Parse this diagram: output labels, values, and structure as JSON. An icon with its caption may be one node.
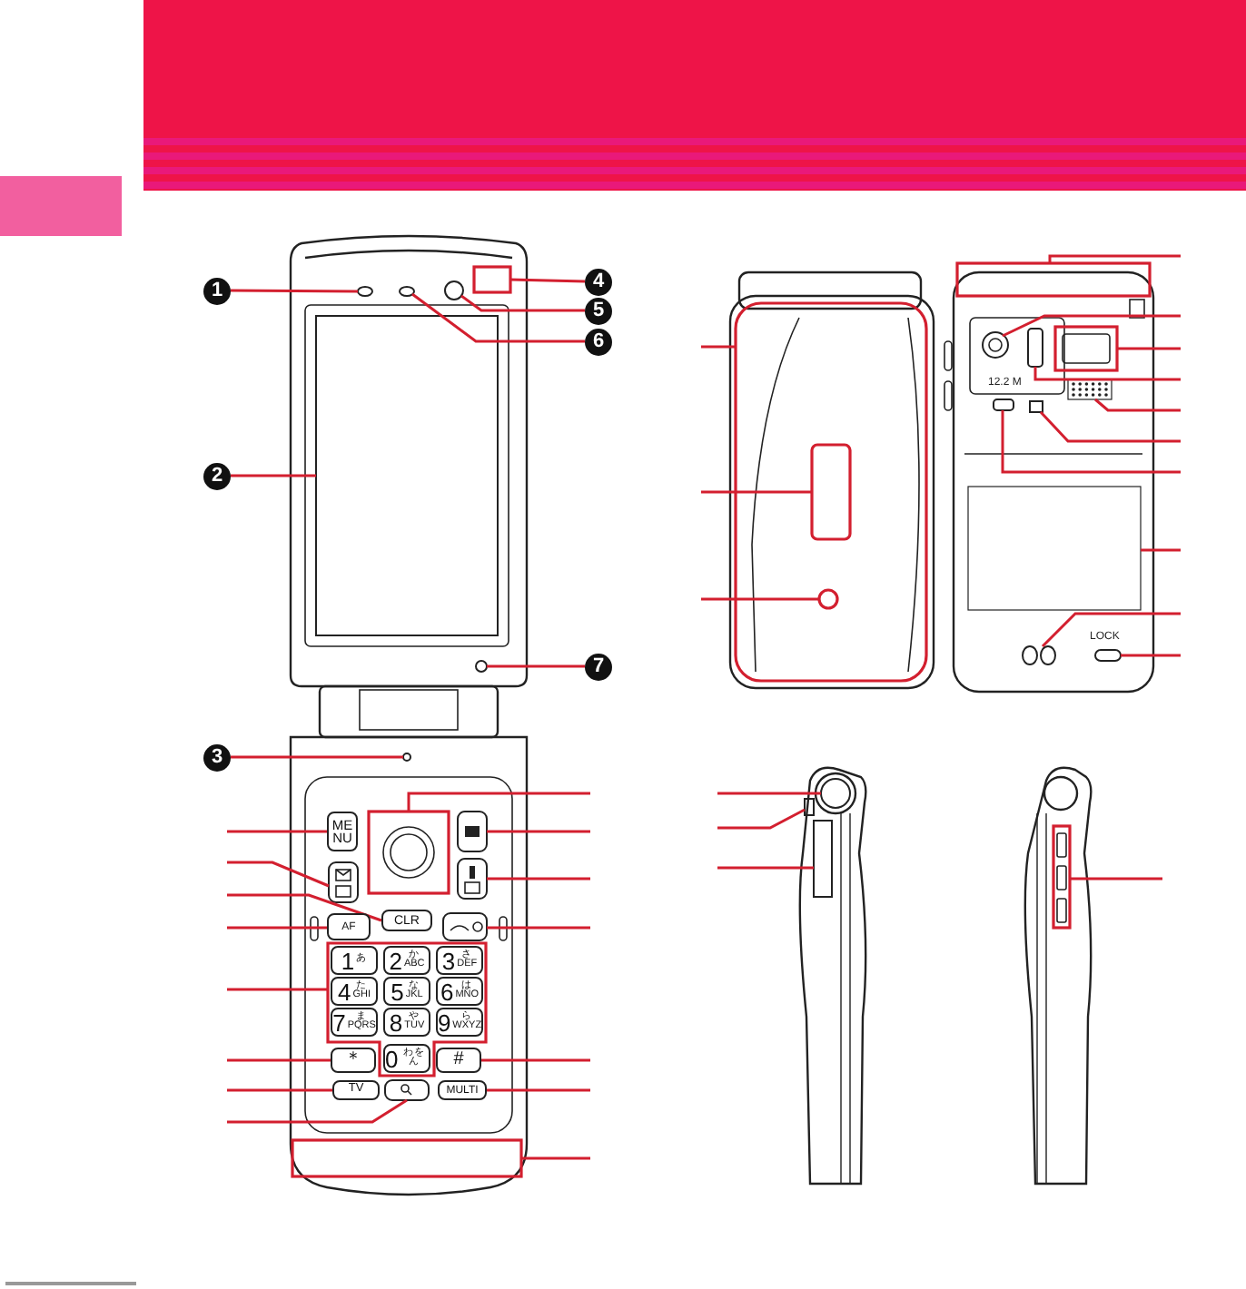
{
  "diagram": {
    "nodes": [
      {
        "text": [
          "1"
        ]
      },
      {
        "text": [
          "2"
        ]
      },
      {
        "text": [
          "3"
        ]
      },
      {
        "text": [
          "4"
        ]
      },
      {
        "text": [
          "5"
        ]
      },
      {
        "text": [
          "6"
        ]
      },
      {
        "text": [
          "7"
        ]
      },
      {
        "text": [],
        "shape": "circle"
      },
      {
        "text": [],
        "shape": "box"
      },
      {
        "text": [],
        "shape": "circle"
      },
      {
        "text": [],
        "shape": "box"
      },
      {
        "text": [],
        "shape": "circle"
      },
      {
        "text": [],
        "shape": "circle"
      },
      {
        "text": [],
        "shape": "circle"
      },
      {
        "text": [
          "ME NU"
        ]
      },
      {
        "text": [],
        "shape": "box"
      },
      {
        "text": [
          "CLR"
        ]
      },
      {
        "text": [
          "AF"
        ]
      },
      {
        "text": [],
        "shape": "box"
      },
      {
        "text": [
          "1",
          "あ"
        ],
        "in": 18
      },
      {
        "text": [
          "2",
          "か",
          "ABC"
        ],
        "in": 18
      },
      {
        "text": [
          "3",
          "さ",
          "DEF"
        ],
        "in": 18
      },
      {
        "text": [
          "4",
          "た",
          "GHI"
        ],
        "in": 18
      },
      {
        "text": [
          "5",
          "な",
          "JKL"
        ],
        "in": 18
      },
      {
        "text": [
          "6",
          "は",
          "MNO"
        ],
        "in": 18
      },
      {
        "text": [
          "7",
          "ま",
          "PQRS"
        ],
        "in": 18
      },
      {
        "text": [
          "8",
          "や",
          "TUV"
        ],
        "in": 18
      },
      {
        "text": [
          "9",
          "ら",
          "WXYZ"
        ],
        "in": 18
      },
      {
        "text": [
          "0",
          "わをん"
        ],
        "in": 18
      },
      {
        "text": [
          "＊"
        ]
      },
      {
        "text": [
          "TV"
        ]
      },
      {
        "text": [],
        "shape": "box"
      },
      {
        "text": [],
        "shape": "box"
      },
      {
        "text": [],
        "shape": "box"
      },
      {
        "text": [],
        "shape": "box"
      },
      {
        "text": [],
        "shape": "box"
      },
      {
        "text": [
          "#"
        ]
      },
      {
        "text": [
          "MULTI"
        ]
      },
      {
        "text": [],
        "shape": "box"
      },
      {
        "text": [],
        "shape": "box"
      },
      {
        "text": [],
        "shape": "box",
        "in": 39
      },
      {
        "text": [],
        "shape": "circle",
        "in": 39
      },
      {
        "text": [],
        "shape": "box"
      },
      {
        "text": [],
        "shape": "circle"
      },
      {
        "text": [],
        "shape": "box"
      },
      {
        "text": [],
        "shape": "box"
      },
      {
        "text": [],
        "shape": "box"
      },
      {
        "text": [],
        "shape": "box"
      },
      {
        "text": [],
        "shape": "box"
      },
      {
        "text": [],
        "shape": "box"
      },
      {
        "text": [],
        "shape": "circle"
      },
      {
        "text": [],
        "shape": "box",
        "beside": [
          "LOCK"
        ]
      },
      {
        "text": [],
        "shape": "circle"
      },
      {
        "text": [],
        "shape": "box"
      },
      {
        "text": [],
        "shape": "box"
      },
      {
        "text": [],
        "shape": "box"
      }
    ],
    "edges": [
      {
        "from": 0,
        "to": 7,
        "arrow": "none"
      },
      {
        "from": 1,
        "to": 8,
        "arrow": "none"
      },
      {
        "from": 2,
        "to": 9,
        "arrow": "none"
      },
      {
        "from": 3,
        "to": 10,
        "arrow": "none"
      },
      {
        "from": 4,
        "to": 11,
        "arrow": "none"
      },
      {
        "from": 5,
        "to": 12,
        "arrow": "none"
      },
      {
        "from": 6,
        "to": 13,
        "arrow": "none"
      },
      {
        "from": null,
        "to": 14,
        "arrow": "none"
      },
      {
        "from": null,
        "to": 15,
        "arrow": "none"
      },
      {
        "from": null,
        "to": 16,
        "arrow": "none"
      },
      {
        "from": null,
        "to": 17,
        "arrow": "none"
      },
      {
        "from": null,
        "to": 18,
        "arrow": "none"
      },
      {
        "from": null,
        "to": 29,
        "arrow": "none"
      },
      {
        "from": null,
        "to": 30,
        "arrow": "none"
      },
      {
        "from": null,
        "to": 31,
        "arrow": "none"
      },
      {
        "from": null,
        "to": 32,
        "arrow": "none"
      },
      {
        "from": null,
        "to": 33,
        "arrow": "none"
      },
      {
        "from": null,
        "to": 34,
        "arrow": "none"
      },
      {
        "from": null,
        "to": 35,
        "arrow": "none"
      },
      {
        "from": null,
        "to": 36,
        "arrow": "none"
      },
      {
        "from": null,
        "to": 37,
        "arrow": "none"
      },
      {
        "from": null,
        "to": 38,
        "arrow": "none"
      },
      {
        "from": null,
        "to": 39,
        "arrow": "none"
      },
      {
        "from": null,
        "to": 40,
        "arrow": "none"
      },
      {
        "from": null,
        "to": 41,
        "arrow": "none"
      },
      {
        "from": null,
        "to": 42,
        "arrow": "none"
      },
      {
        "from": null,
        "to": 43,
        "arrow": "none"
      },
      {
        "from": null,
        "to": 44,
        "arrow": "none"
      },
      {
        "from": null,
        "to": 45,
        "arrow": "none"
      },
      {
        "from": null,
        "to": 46,
        "arrow": "none"
      },
      {
        "from": null,
        "to": 47,
        "arrow": "none"
      },
      {
        "from": null,
        "to": 48,
        "arrow": "none"
      },
      {
        "from": null,
        "to": 49,
        "arrow": "none"
      },
      {
        "from": null,
        "to": 50,
        "arrow": "none"
      },
      {
        "from": null,
        "to": 51,
        "arrow": "none"
      },
      {
        "from": null,
        "to": 52,
        "arrow": "none"
      },
      {
        "from": null,
        "to": 53,
        "arrow": "none"
      },
      {
        "from": null,
        "to": 54,
        "arrow": "none"
      },
      {
        "from": null,
        "to": 55,
        "arrow": "none"
      }
    ],
    "labels": [
      "12.2 M"
    ]
  }
}
